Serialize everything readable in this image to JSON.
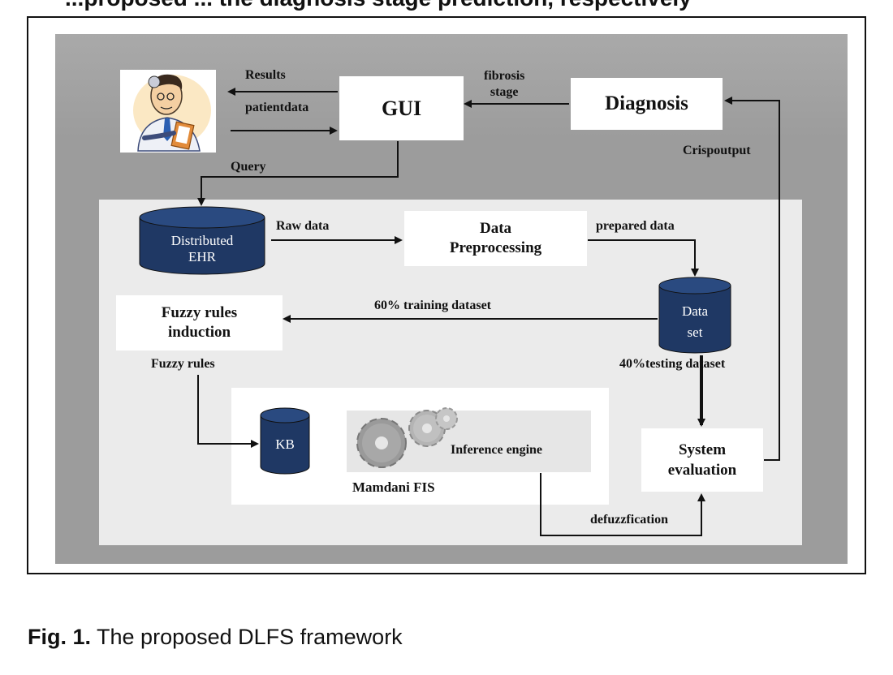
{
  "header_fragment": "...proposed ... the diagnosis stage prediction, respectively",
  "boxes": {
    "gui": "GUI",
    "diagnosis": "Diagnosis",
    "data_preprocessing": [
      "Data",
      "Preprocessing"
    ],
    "fuzzy_rules_induction": [
      "Fuzzy rules",
      "induction"
    ],
    "system_evaluation": [
      "System",
      "evaluation"
    ]
  },
  "cylinders": {
    "distributed_ehr": [
      "Distributed",
      "EHR"
    ],
    "data_set": [
      "Data",
      "set"
    ],
    "kb": "KB"
  },
  "labels": {
    "results": "Results",
    "patient_data": "patientdata",
    "fibrosis_stage": [
      "fibrosis",
      "stage"
    ],
    "crisp_output": "Crispoutput",
    "query": "Query",
    "raw_data": "Raw data",
    "prepared_data": "prepared data",
    "training_dataset": "60% training dataset",
    "testing_dataset": "40%testing dataset",
    "fuzzy_rules": "Fuzzy rules",
    "inference_engine": "Inference engine",
    "mamdani_fis": "Mamdani FIS",
    "defuzzification": "defuzzfication"
  },
  "icons": {
    "doctor": "doctor-icon",
    "gears": "gears-icon"
  },
  "colors": {
    "cylinder": "#1f3864",
    "outer_gray": "#9c9c9c",
    "inner_panel": "#ebebeb"
  },
  "caption": {
    "label": "Fig. 1.",
    "text": " The proposed DLFS framework"
  }
}
